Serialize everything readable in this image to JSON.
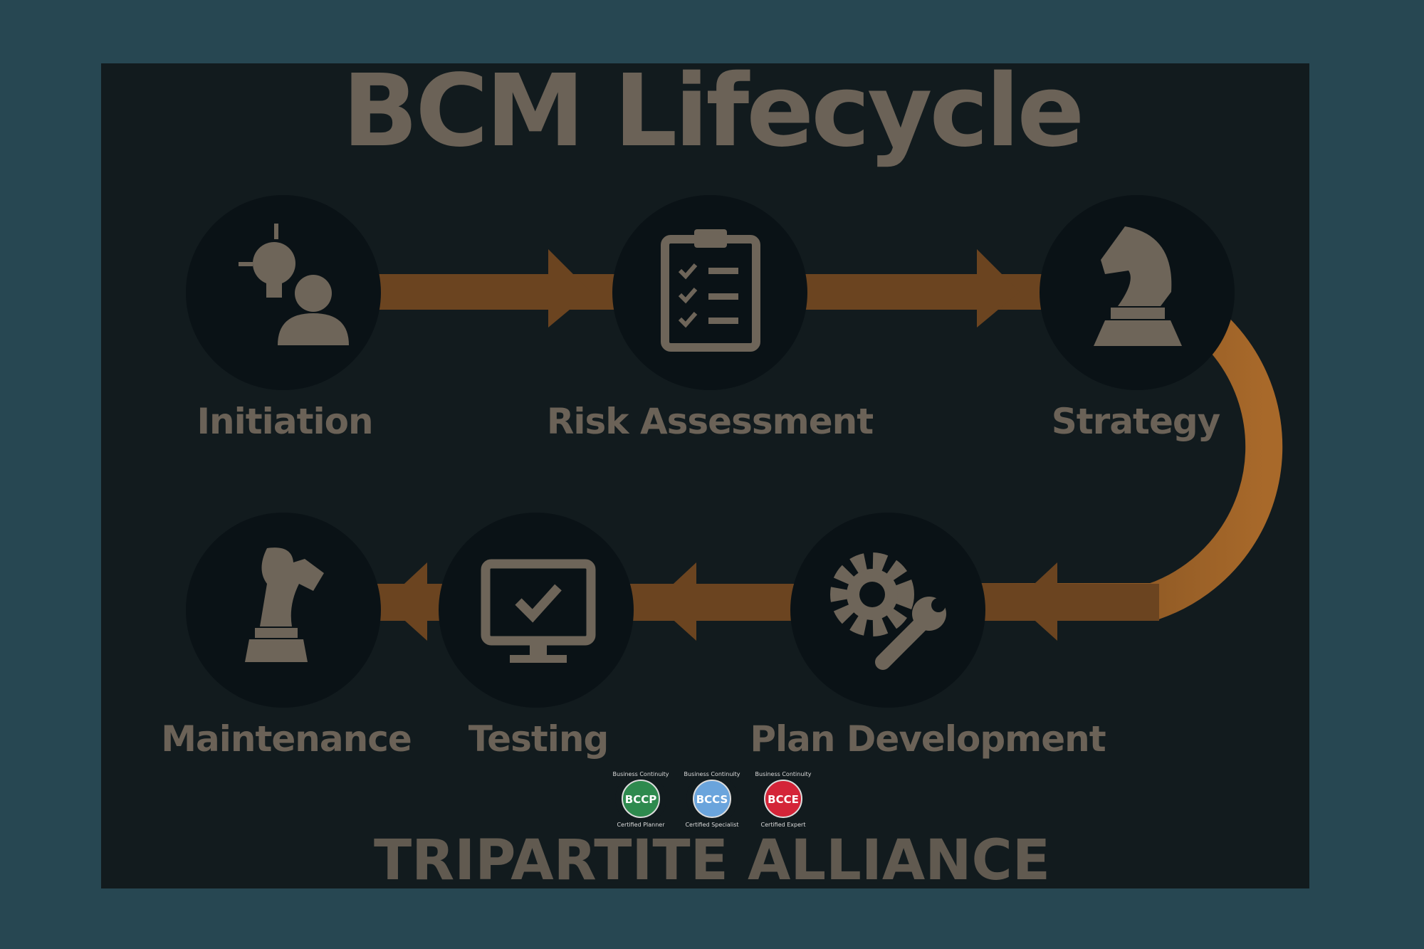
{
  "title": "BCM Lifecycle",
  "stages": [
    {
      "label": "Initiation",
      "icon": "lightbulb-person-icon"
    },
    {
      "label": "Risk Assessment",
      "icon": "clipboard-checklist-icon"
    },
    {
      "label": "Strategy",
      "icon": "chess-knight-icon"
    },
    {
      "label": "Plan Development",
      "icon": "gear-wrench-icon"
    },
    {
      "label": "Testing",
      "icon": "monitor-check-icon"
    },
    {
      "label": "Maintenance",
      "icon": "chess-piece-icon"
    }
  ],
  "footer": "TRIPARTITE ALLIANCE",
  "badges": [
    {
      "code": "BCCP",
      "top": "Business Continuity",
      "bottom": "Certified Planner",
      "color": "#2e8a4e"
    },
    {
      "code": "BCCS",
      "top": "Business Continuity",
      "bottom": "Certified Specialist",
      "color": "#6aa4dc"
    },
    {
      "code": "BCCE",
      "top": "Business Continuity",
      "bottom": "Certified Expert",
      "color": "#d42438"
    }
  ],
  "colors": {
    "background": "#274752",
    "panel": "#121b1e",
    "arrow": "#6b4420",
    "text": "#6b6257",
    "circle": "#0a1216"
  }
}
